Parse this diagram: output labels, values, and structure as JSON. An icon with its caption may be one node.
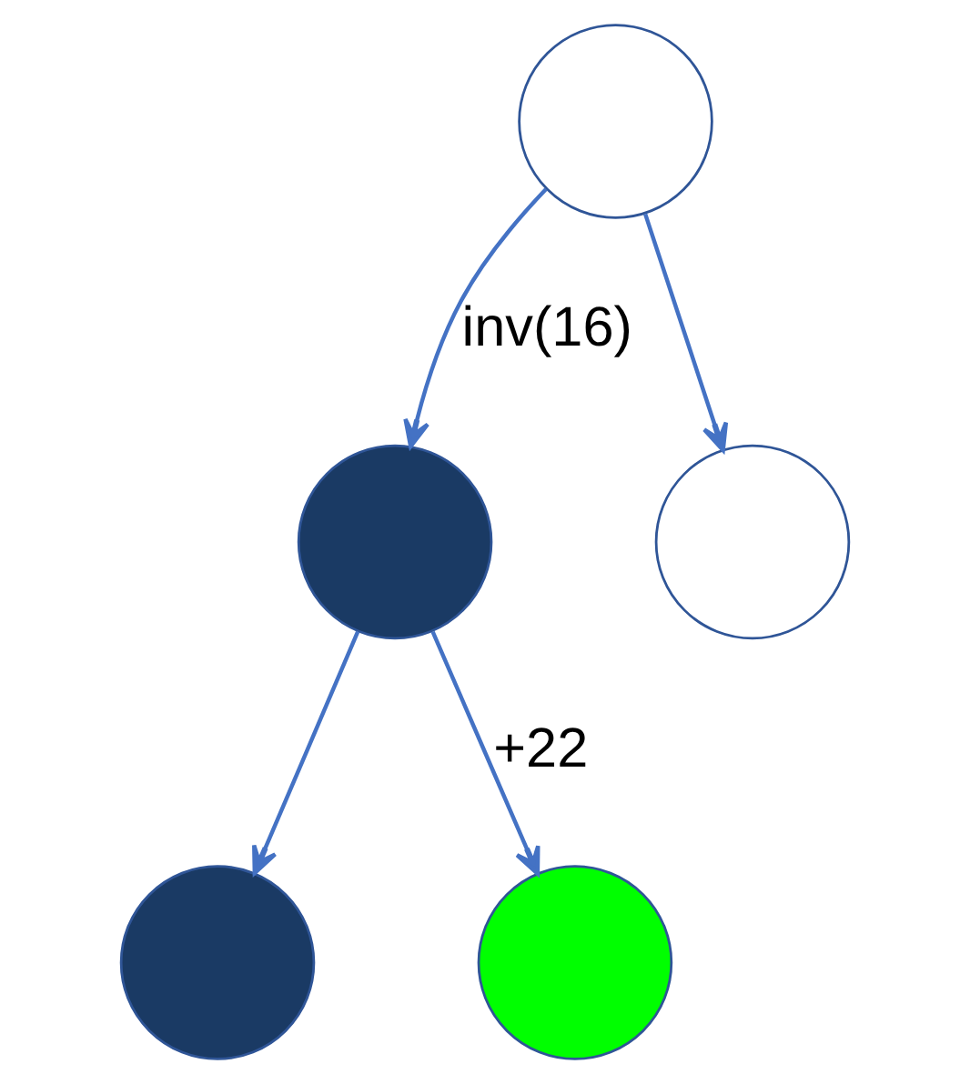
{
  "diagram": {
    "nodes": [
      {
        "text": [],
        "shape": "circle"
      },
      {
        "text": [],
        "shape": "circle"
      },
      {
        "text": [],
        "shape": "circle"
      },
      {
        "text": [],
        "shape": "circle"
      },
      {
        "text": [],
        "shape": "circle"
      }
    ],
    "edges": [
      {
        "from": 0,
        "to": 1,
        "arrow": "to",
        "label": "inv(16)"
      },
      {
        "from": 0,
        "to": 2,
        "arrow": "to"
      },
      {
        "from": 1,
        "to": 3,
        "arrow": "to"
      },
      {
        "from": 1,
        "to": 4,
        "arrow": "to",
        "label": "+22"
      }
    ]
  }
}
